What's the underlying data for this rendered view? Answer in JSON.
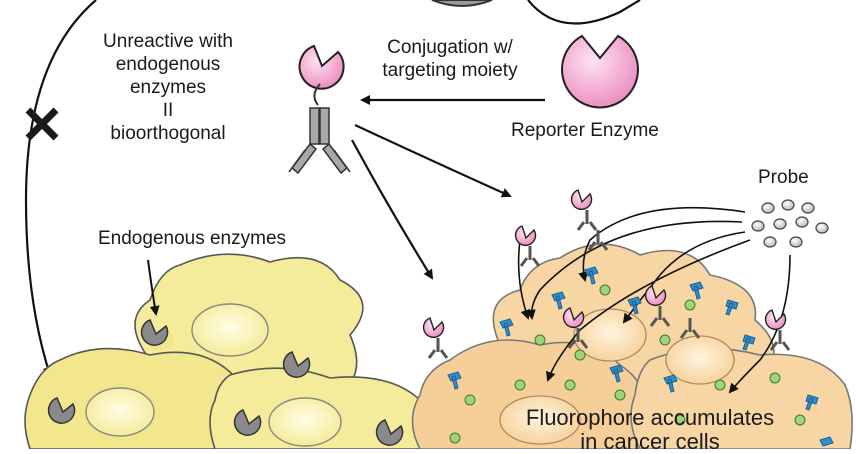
{
  "labels": {
    "conjugation_line1": "Conjugation w/",
    "conjugation_line2": "targeting moiety",
    "reporter_enzyme": "Reporter Enzyme",
    "unreactive_line1": "Unreactive with",
    "unreactive_line2": "endogenous",
    "unreactive_line3": "enzymes",
    "unreactive_line4": "II",
    "unreactive_line5": "bioorthogonal",
    "endogenous_enzymes": "Endogenous enzymes",
    "probe": "Probe",
    "fluorophore_line1": "Fluorophore accumulates",
    "fluorophore_line2": "in cancer cells"
  },
  "colors": {
    "reporter_enzyme_pink": "#f2a6cf",
    "endogenous_enzyme_gray": "#8a8a8a",
    "normal_cell_yellow": "#f4ec9a",
    "cancer_cell_orange": "#f8d6a4",
    "probe_blue": "#2c8fd0",
    "fluorophore_green": "#9ed47a",
    "probe_dot_gray": "#cfcfcf"
  }
}
